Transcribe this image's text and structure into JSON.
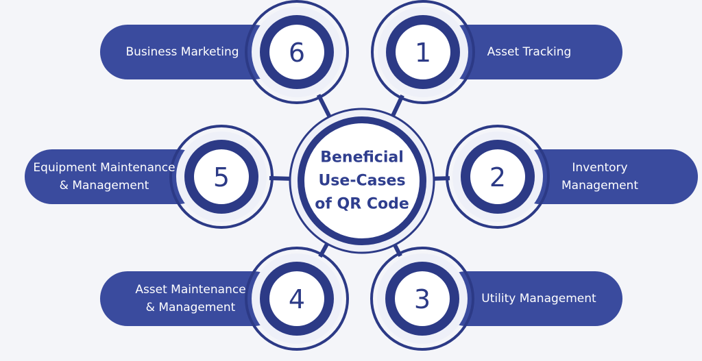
{
  "title_lines": [
    "Beneficial",
    "Use-Cases",
    "of QR Code"
  ],
  "items": [
    {
      "number": "1",
      "label_lines": [
        "Asset Tracking"
      ]
    },
    {
      "number": "2",
      "label_lines": [
        "Inventory",
        "Management"
      ]
    },
    {
      "number": "3",
      "label_lines": [
        "Utility Management"
      ]
    },
    {
      "number": "4",
      "label_lines": [
        "Asset Maintenance",
        "& Management"
      ]
    },
    {
      "number": "5",
      "label_lines": [
        "Equipment Maintenance",
        "& Management"
      ]
    },
    {
      "number": "6",
      "label_lines": [
        "Business Marketing"
      ]
    }
  ],
  "colors": {
    "pill": "#3a4b9e",
    "ring_dark": "#2c3a86",
    "ring_light": "#eef0f8",
    "center_text": "#2f3e8e",
    "background": "#f4f5f9"
  }
}
